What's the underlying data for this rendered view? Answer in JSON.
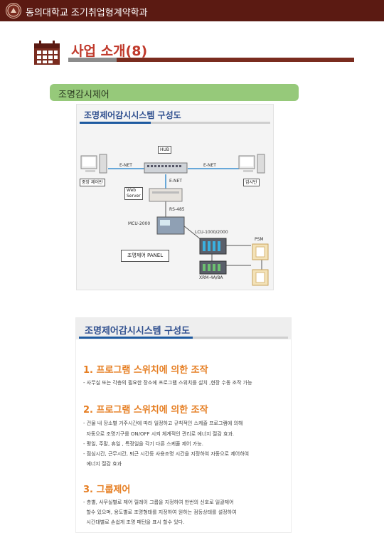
{
  "header": {
    "title": "동의대학교 조기취업형계약학과"
  },
  "page": {
    "title": "사업 소개(8)"
  },
  "section": {
    "label": "조명감시제어"
  },
  "diagram": {
    "title": "조명제어감시시스템 구성도",
    "nodes": {
      "hub": "HUB",
      "enet_left": "E-NET",
      "enet_right": "E-NET",
      "enet_down": "E-NET",
      "left_pc": "중앙 제어반",
      "right_pc": "감시반",
      "web_server": "Web\nServer",
      "rs485": "RS-485",
      "mcu": "MCU-2000",
      "lcu": "LCU-1000/2000",
      "psm": "PSM",
      "panel": "조명제어 PANEL",
      "xrm": "XRM-4A/8A"
    }
  },
  "panel2": {
    "title": "조명제어감시시스템 구성도",
    "items": [
      {
        "heading": "1. 프로그램 스위치에 의한 조작",
        "lines": [
          "- 사무실 또는 각층의 필요한 장소에 프로그램 스위치를 설치 ,현장 수동 조작 가능"
        ]
      },
      {
        "heading": "2. 프로그램 스위치에 의한 조작",
        "lines": [
          "- 건물 내 장소별 거주시간에 따라 일정하고 규칙적인 스케쥴 프로그램에 의해",
          "  자동으로 조명기구를 ON/OFF 시켜 체계적인 관리로 에너지 절감 효과.",
          "- 평일, 주말, 휴일 , 특정일을 각기 다른 스케쥴 제어 가능.",
          "- 점심시간, 근무시간, 퇴근 시간등 사용조명 시간을 지정하여 자동으로 제어하여",
          "  에너지 절감 효과"
        ]
      },
      {
        "heading": "3. 그룹제어",
        "lines": [
          "- 층별, 사무실별로 제어 릴레이 그룹을 지정하여 한번의 신호로 일괄제어",
          "  할수 있으며, 용도별로 조명형태를 지정하여 원하는 점등상태를 설정하여",
          "  시간대별로 손쉽게 조명 패턴을 표시 할수 있다."
        ]
      }
    ]
  }
}
